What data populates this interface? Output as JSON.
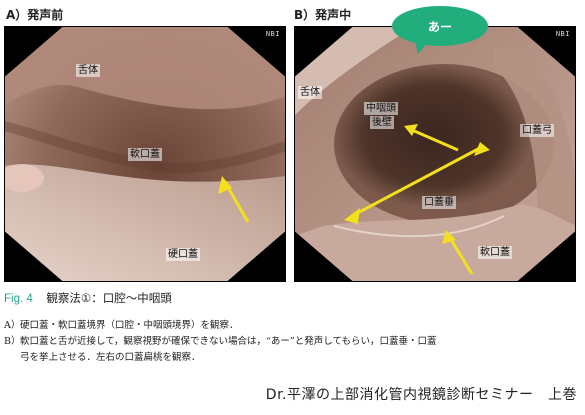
{
  "panels": {
    "a": {
      "label": "A）発声前",
      "nbi": "NBI",
      "annotations": {
        "tongue": "舌体",
        "soft_palate": "軟口蓋",
        "hard_palate": "硬口蓋"
      }
    },
    "b": {
      "label": "B）発声中",
      "nbi": "NBI",
      "bubble": "あー",
      "annotations": {
        "tongue": "舌体",
        "oropharynx_line1": "中咽頭",
        "oropharynx_line2": "後壁",
        "palatal_arch": "口蓋弓",
        "uvula": "口蓋垂",
        "soft_palate": "軟口蓋"
      }
    }
  },
  "caption": {
    "fig_number": "Fig. 4",
    "title": "観察法①：口腔～中咽頭",
    "items": [
      {
        "label": "A）",
        "text": "硬口蓋・軟口蓋境界（口腔・中咽頭境界）を観察．"
      },
      {
        "label": "B）",
        "text": "軟口蓋と舌が近接して，観察視野が確保できない場合は，“あー”と発声してもらい，口蓋垂・口蓋"
      },
      {
        "label": "",
        "text": "弓を挙上させる．左右の口蓋扁桃を観察．"
      }
    ]
  },
  "book_title": "Dr.平澤の上部消化管内視鏡診断セミナー　上巻",
  "colors": {
    "accent": "#2aa38c",
    "arrow": "#f3e01c",
    "bubble": "#21ad7c"
  }
}
